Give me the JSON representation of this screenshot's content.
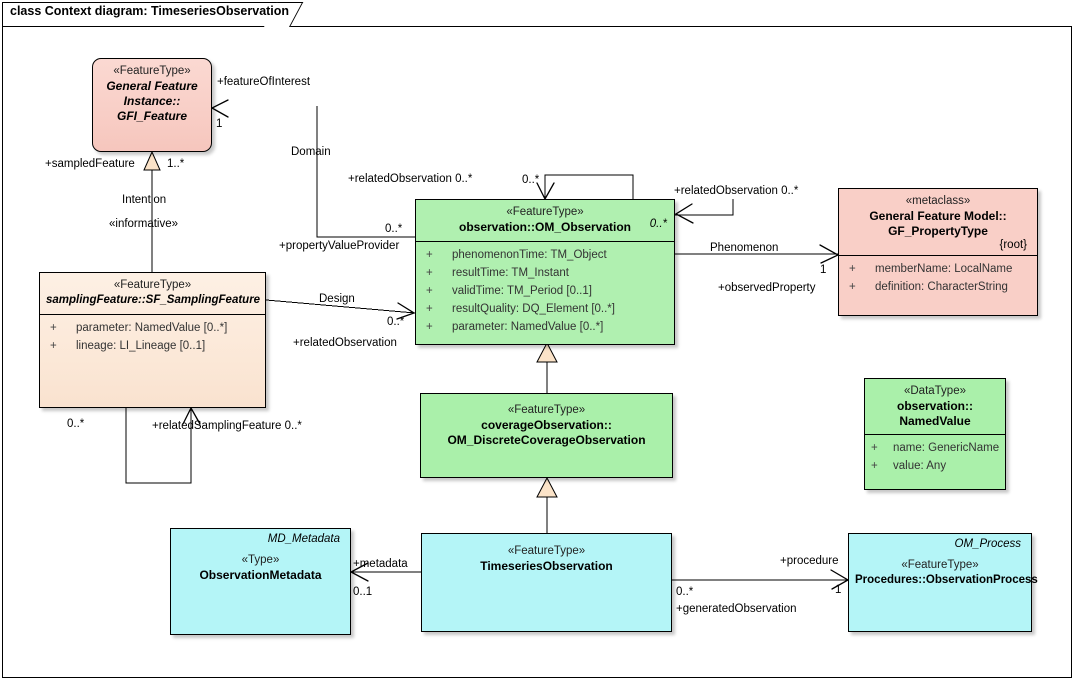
{
  "frame": {
    "title": "class Context diagram: TimeseriesObservation"
  },
  "nodes": {
    "gfi_feature": {
      "stereotype": "«FeatureType»",
      "name_line1": "General Feature",
      "name_line2": "Instance::",
      "name_line3": "GFI_Feature"
    },
    "sampling_feature": {
      "stereotype": "«FeatureType»",
      "name": "samplingFeature::SF_SamplingFeature",
      "attributes": [
        {
          "vis": "+",
          "text": "parameter: NamedValue [0..*]"
        },
        {
          "vis": "+",
          "text": "lineage: LI_Lineage [0..1]"
        }
      ]
    },
    "om_observation": {
      "stereotype": "«FeatureType»",
      "name": "observation::OM_Observation",
      "corner_multiplicity": "0..*",
      "attributes": [
        {
          "vis": "+",
          "text": "phenomenonTime: TM_Object"
        },
        {
          "vis": "+",
          "text": "resultTime: TM_Instant"
        },
        {
          "vis": "+",
          "text": "validTime: TM_Period [0..1]"
        },
        {
          "vis": "+",
          "text": "resultQuality: DQ_Element [0..*]"
        },
        {
          "vis": "+",
          "text": "parameter: NamedValue [0..*]"
        }
      ]
    },
    "gf_propertytype": {
      "stereotype": "«metaclass»",
      "name_line1": "General Feature Model::",
      "name_line2": "GF_PropertyType",
      "constraint": "{root}",
      "attributes": [
        {
          "vis": "+",
          "text": "memberName: LocalName"
        },
        {
          "vis": "+",
          "text": "definition: CharacterString"
        }
      ]
    },
    "discrete_coverage_observation": {
      "stereotype": "«FeatureType»",
      "name_line1": "coverageObservation::",
      "name_line2": "OM_DiscreteCoverageObservation"
    },
    "named_value": {
      "stereotype": "«DataType»",
      "name_line1": "observation::",
      "name_line2": "NamedValue",
      "attributes": [
        {
          "vis": "+",
          "text": "name: GenericName"
        },
        {
          "vis": "+",
          "text": "value: Any"
        }
      ]
    },
    "observation_metadata": {
      "topright": "MD_Metadata",
      "stereotype": "«Type»",
      "name": "ObservationMetadata"
    },
    "timeseries_observation": {
      "stereotype": "«FeatureType»",
      "name": "TimeseriesObservation"
    },
    "observation_process": {
      "topright": "OM_Process",
      "stereotype": "«FeatureType»",
      "name": "Procedures::ObservationProcess"
    }
  },
  "connectors": {
    "feature_of_interest": {
      "role": "+featureOfInterest",
      "mult_target": "1",
      "name": "Domain",
      "mult_source": "0..*"
    },
    "sampled_feature": {
      "role": "+sampledFeature",
      "mult": "1..*",
      "name": "Intention",
      "stereotype": "«informative»"
    },
    "property_value_provider": {
      "role": "+propertyValueProvider",
      "mult": "0..*",
      "assoc_role": "+relatedObservation 0..*"
    },
    "design": {
      "name": "Design",
      "mult": "0..*",
      "role": "+relatedObservation"
    },
    "related_sampling_feature": {
      "mult_left": "0..*",
      "role": "+relatedSamplingFeature 0..*"
    },
    "self_related_observation": {
      "mult": "0..*",
      "corner": "0..*"
    },
    "related_observation_right": {
      "role": "+relatedObservation 0..*"
    },
    "phenomenon": {
      "name": "Phenomenon",
      "mult": "1",
      "role": "+observedProperty"
    },
    "metadata": {
      "role": "+metadata",
      "mult": "0..1"
    },
    "procedure": {
      "role": "+procedure",
      "mult_target": "1",
      "mult_source": "0..*",
      "role_source": "+generatedObservation"
    }
  },
  "colors": {
    "pink": "#f8cec6",
    "peach": "#fbe7d6",
    "green": "#b0f0b0",
    "cyan": "#b4f5f7",
    "generalization_fill": "#fbe3c8",
    "line": "#000000"
  }
}
